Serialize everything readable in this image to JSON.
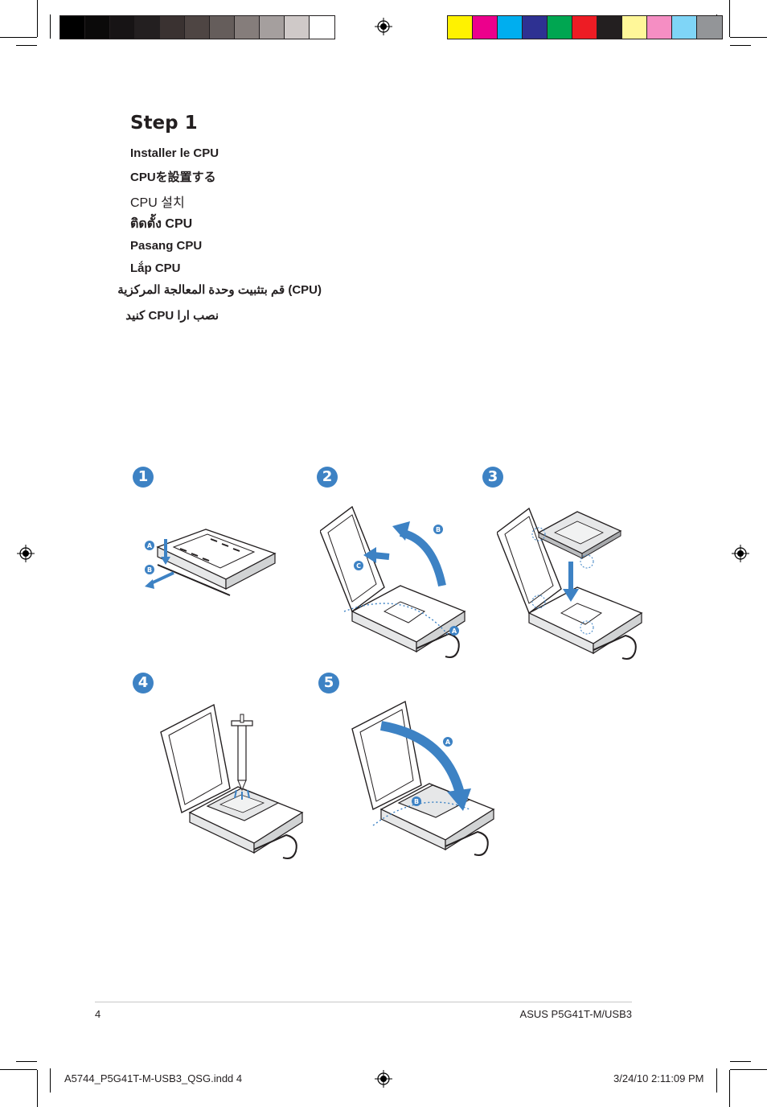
{
  "print_marks": {
    "gray_swatches": [
      "#000000",
      "#0b0a0a",
      "#171415",
      "#231f20",
      "#3a3231",
      "#4e4543",
      "#655d5b",
      "#857d7b",
      "#a59f9e",
      "#cfc9c8",
      "#ffffff"
    ],
    "color_swatches": [
      "#fff200",
      "#ec008c",
      "#00aeef",
      "#2e3192",
      "#00a651",
      "#ed1c24",
      "#231f20",
      "#fff799",
      "#f58ec3",
      "#7fd5f7",
      "#939598"
    ],
    "registration_icon": "registration-target-icon"
  },
  "section": {
    "heading": "Step 1",
    "translations": [
      "Installer le CPU",
      "CPUを設置する",
      "CPU 설치",
      "ติดตั้ง CPU",
      "Pasang CPU",
      "Lắp CPU",
      "(CPU) قم بتثبيت وحدة المعالجة المركزية",
      "نصب ارا CPU کنید"
    ]
  },
  "steps": {
    "numbers": [
      "1",
      "2",
      "3",
      "4",
      "5"
    ],
    "callouts": {
      "A": "A",
      "B": "B",
      "C": "C"
    },
    "accent": "#3d82c4"
  },
  "footer": {
    "page_number": "4",
    "model": "ASUS P5G41T-M/USB3"
  },
  "slug": {
    "file": "A5744_P5G41T-M-USB3_QSG.indd   4",
    "timestamp": "3/24/10   2:11:09 PM"
  }
}
